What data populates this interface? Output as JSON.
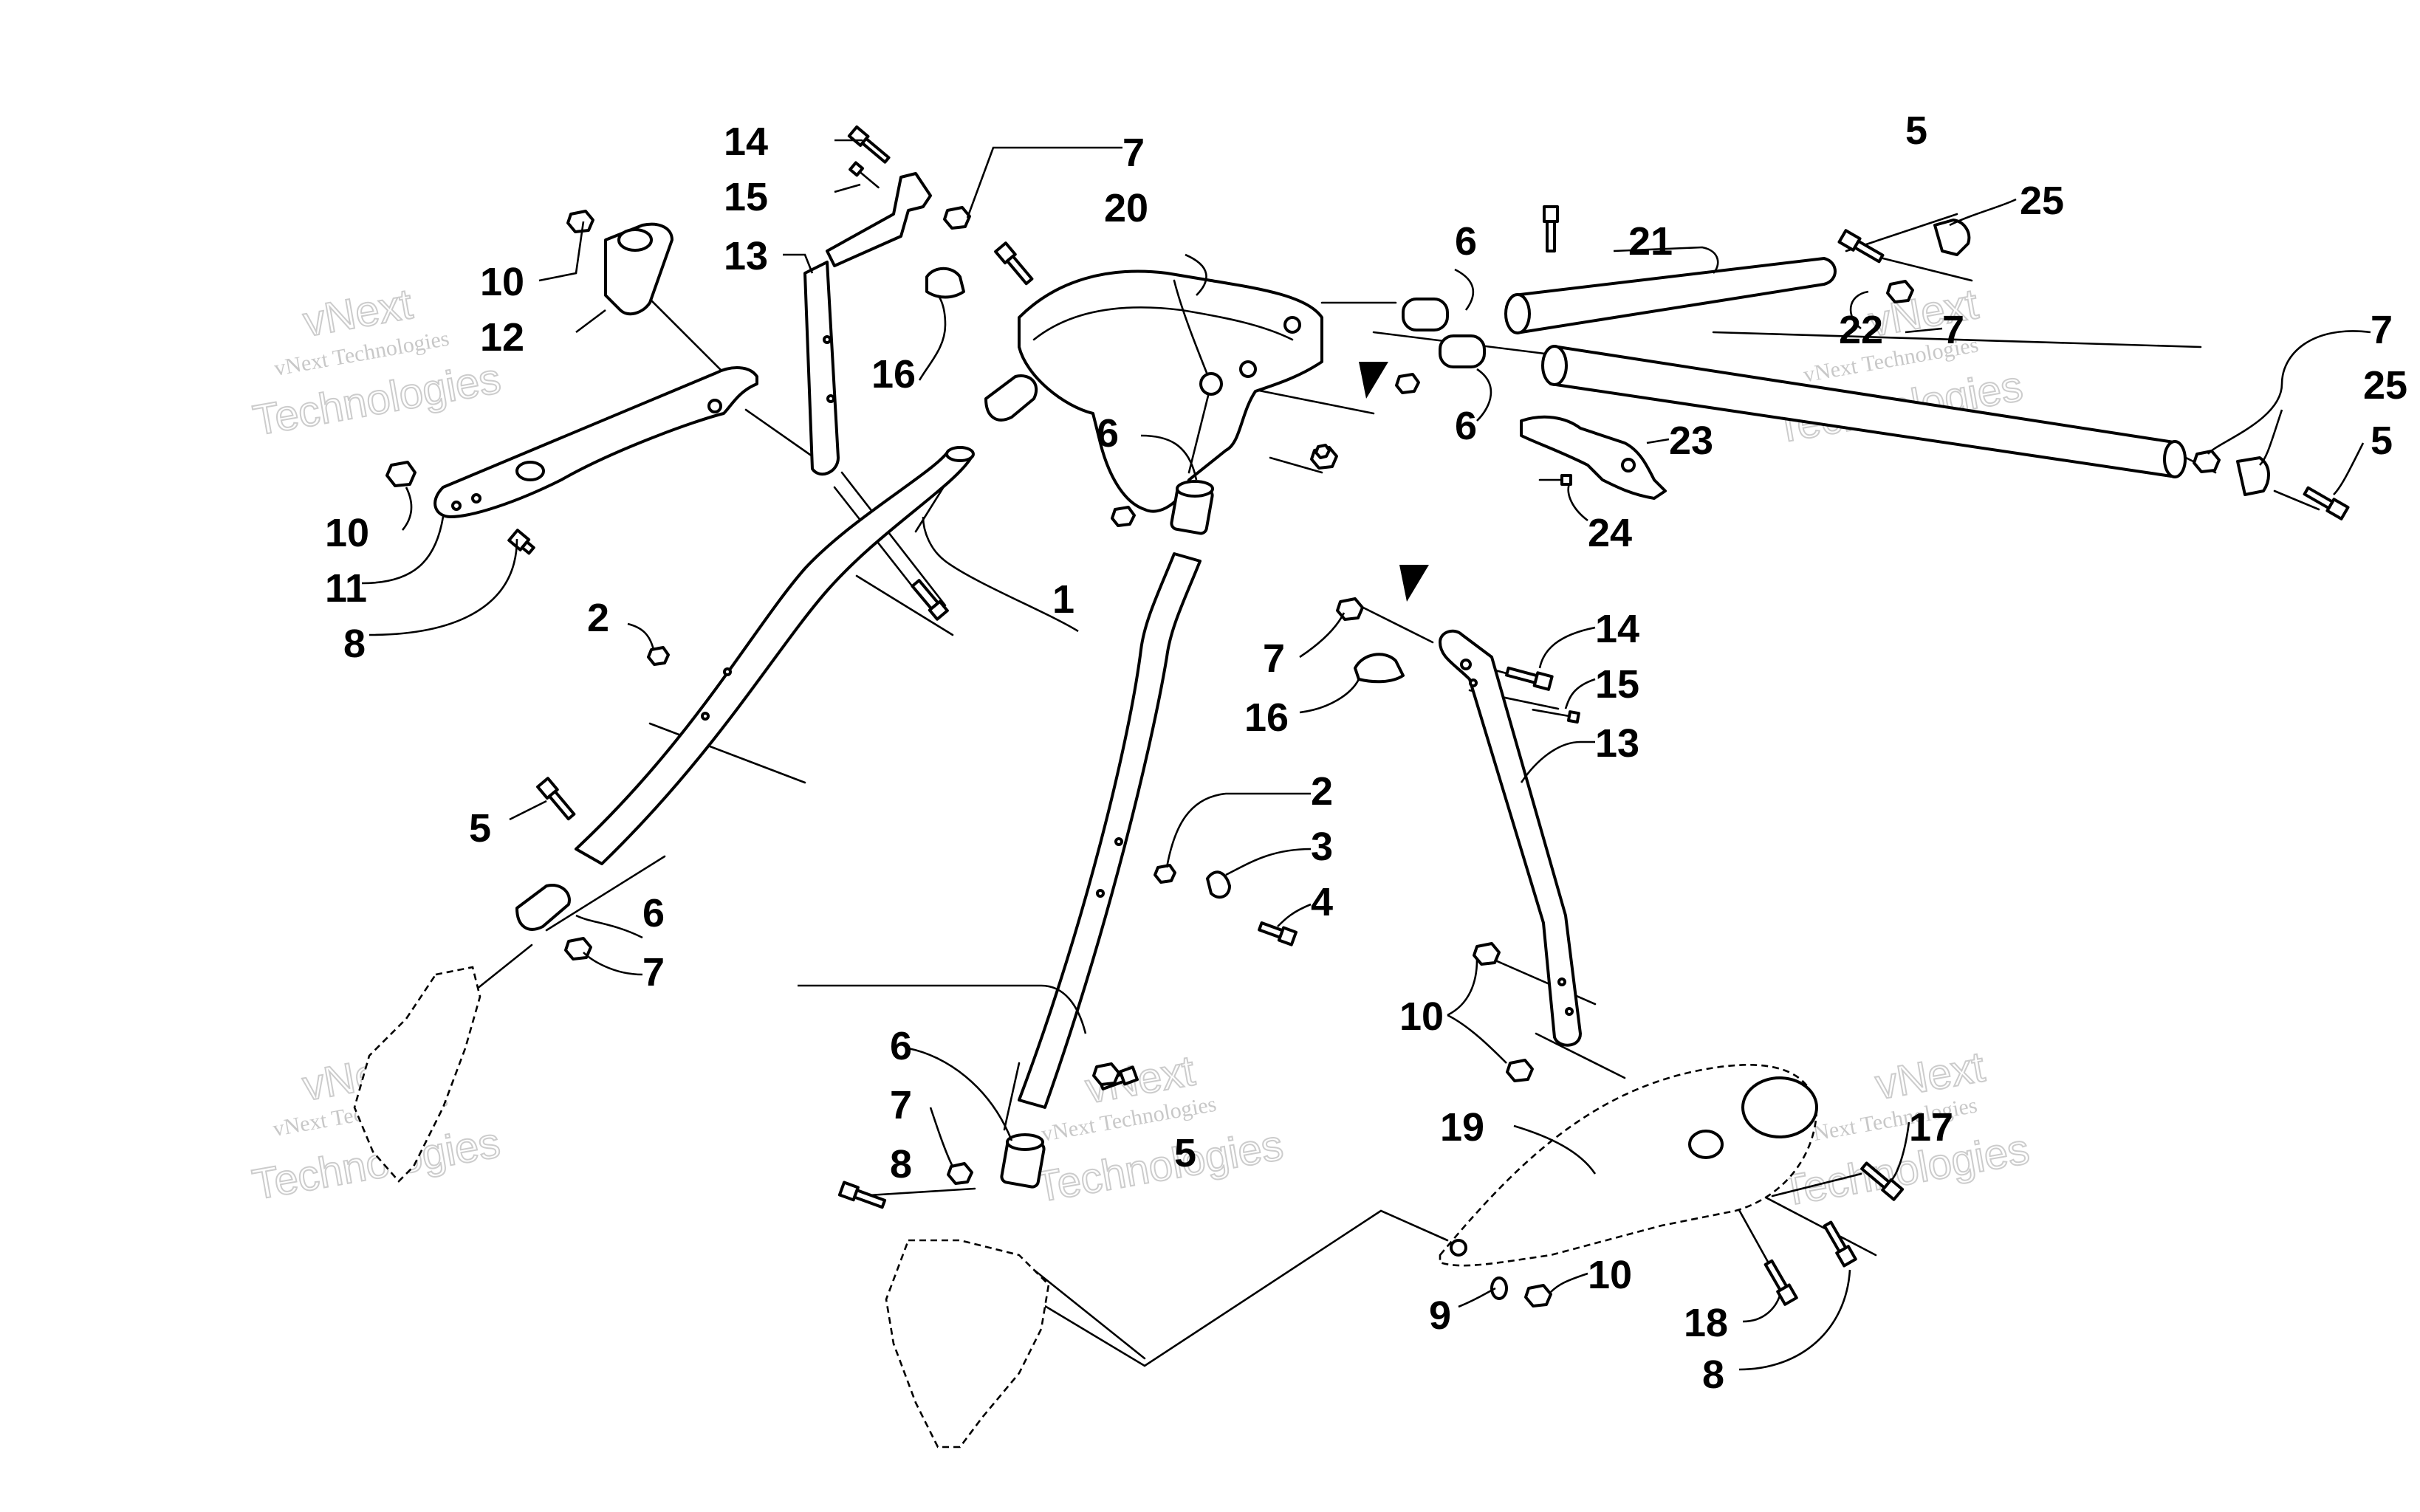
{
  "watermark": {
    "line1": "vNext",
    "line2": "vNext Technologies",
    "line3": "Technologies"
  },
  "callouts": {
    "c1": "1",
    "c2a": "2",
    "c2b": "2",
    "c3": "3",
    "c4": "4",
    "c5a": "5",
    "c5b": "5",
    "c5c": "5",
    "c5d": "5",
    "c6a": "6",
    "c6b": "6",
    "c6c": "6",
    "c6d": "6",
    "c6e": "6",
    "c7a": "7",
    "c7b": "7",
    "c7c": "7",
    "c7d": "7",
    "c7e": "7",
    "c7f": "7",
    "c8a": "8",
    "c8b": "8",
    "c8c": "8",
    "c9": "9",
    "c10a": "10",
    "c10b": "10",
    "c10c": "10",
    "c10d": "10",
    "c11": "11",
    "c12": "12",
    "c13a": "13",
    "c13b": "13",
    "c14a": "14",
    "c14b": "14",
    "c15a": "15",
    "c15b": "15",
    "c16a": "16",
    "c16b": "16",
    "c17": "17",
    "c18": "18",
    "c19": "19",
    "c20": "20",
    "c21": "21",
    "c22": "22",
    "c23": "23",
    "c24": "24",
    "c25a": "25",
    "c25b": "25"
  }
}
